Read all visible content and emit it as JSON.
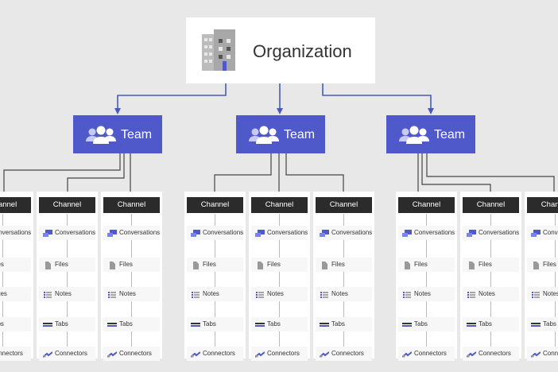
{
  "organization": {
    "label": "Organization",
    "icon": "building-icon"
  },
  "teams": [
    {
      "label": "Team",
      "icon": "people-icon"
    },
    {
      "label": "Team",
      "icon": "people-icon"
    },
    {
      "label": "Team",
      "icon": "people-icon"
    }
  ],
  "channel": {
    "header": "Channel",
    "items": [
      {
        "label": "Conversations",
        "icon": "chat-icon"
      },
      {
        "label": "Files",
        "icon": "file-icon"
      },
      {
        "label": "Notes",
        "icon": "list-icon"
      },
      {
        "label": "Tabs",
        "icon": "tabs-icon"
      },
      {
        "label": "Connectors",
        "icon": "connector-icon"
      }
    ]
  },
  "colors": {
    "team": "#5059c9",
    "line": "#4a5ab8",
    "channel_header": "#2b2b2b",
    "background": "#e8e8e8"
  }
}
